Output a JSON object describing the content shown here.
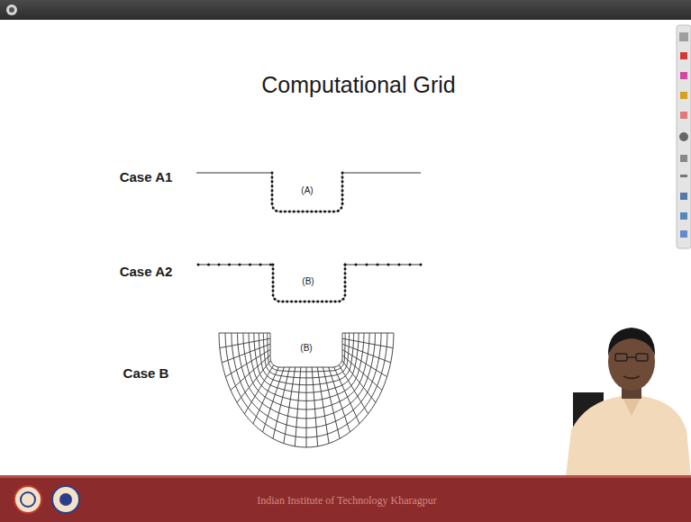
{
  "diagram": {
    "title": "Computational Grid",
    "labels": [
      "Case A1",
      "(A)",
      "Case A2",
      "(B)",
      "Case B",
      "(B)",
      "Indian Institute of Technology Kharagpur"
    ]
  }
}
